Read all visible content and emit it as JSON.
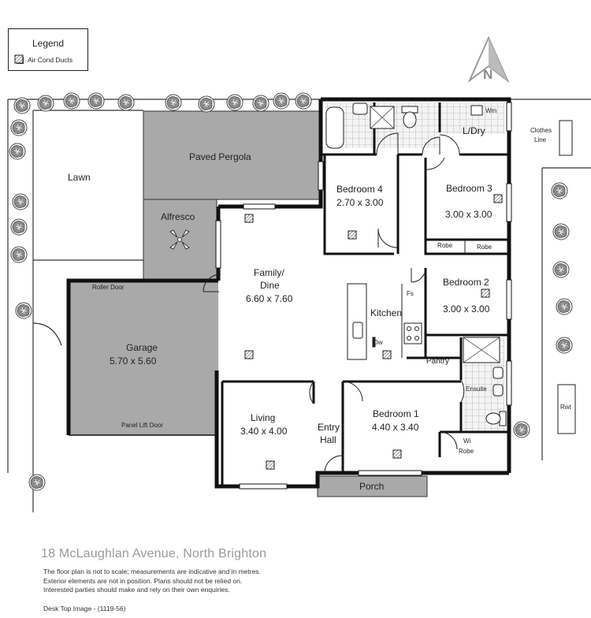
{
  "legend": {
    "title": "Legend",
    "item": "Air Cond Ducts",
    "item_icon": "hatched-square-icon"
  },
  "compass": {
    "label": "N"
  },
  "rooms": {
    "lawn": "Lawn",
    "paved_pergola": "Paved Pergola",
    "alfresco": "Alfresco",
    "roller_door": "Roller Door",
    "garage": "Garage",
    "garage_size": "5.70 x 5.60",
    "panel_lift_door": "Panel Lift Door",
    "family": "Family/",
    "dine": "Dine",
    "family_size": "6.60 x 7.60",
    "living": "Living",
    "living_size": "3.40 x 4.00",
    "entry": "Entry",
    "hall": "Hall",
    "porch": "Porch",
    "bedroom4": "Bedroom 4",
    "bedroom4_size": "2.70 x 3.00",
    "bedroom3": "Bedroom 3",
    "bedroom3_size": "3.00 x 3.00",
    "robe_a": "Robe",
    "robe_b": "Robe",
    "bedroom2": "Bedroom 2",
    "bedroom2_size": "3.00 x 3.00",
    "fs": "Fs",
    "kitchen": "Kitchen",
    "dw": "Dw",
    "pantry": "Pantry",
    "ensuite": "Ensuite",
    "bedroom1": "Bedroom 1",
    "bedroom1_size": "4.40 x 3.40",
    "wi": "Wi",
    "wi_robe": "Robe",
    "ldry": "L/Dry",
    "wm": "Wm",
    "clothes": "Clothes",
    "line": "Line",
    "rwt": "Rwt"
  },
  "footer": {
    "address": "18 McLaughlan Avenue, North Brighton",
    "disclaimer_1": "The floor plan is not to scale; measurements are indicative and in metres.",
    "disclaimer_2": "Exterior elements are not in position. Plans should not be relied on.",
    "disclaimer_3": "Interested parties should make and rely on their own enquiries.",
    "image_code": "Desk Top Image - (1119-56)"
  },
  "colors": {
    "wall": "#111111",
    "grey_area": "#a9a9a9",
    "tile": "#e6e6e6",
    "tree": "#555555"
  }
}
